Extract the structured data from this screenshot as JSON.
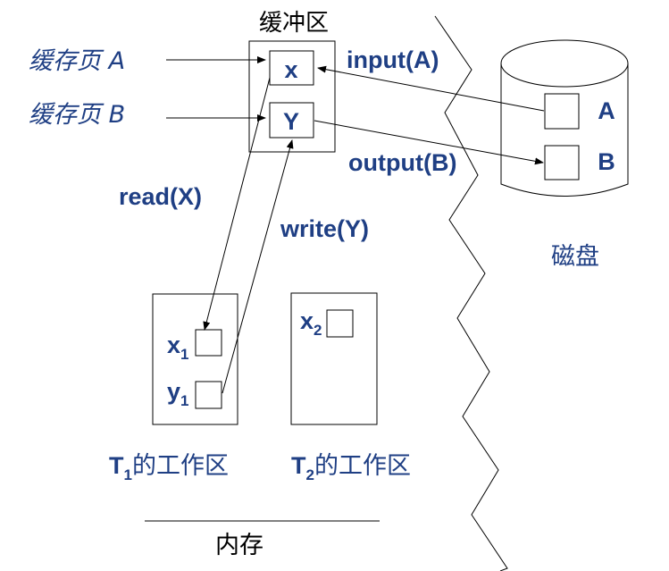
{
  "buffer": {
    "title": "缓冲区",
    "cell_x": "x",
    "cell_y": "Y"
  },
  "pages": {
    "page_a": "缓存页 A",
    "page_b": "缓存页 B"
  },
  "operations": {
    "input": "input(A)",
    "output": "output(B)",
    "read": "read(X)",
    "write": "write(Y)"
  },
  "disk": {
    "label": "磁盘",
    "block_a": "A",
    "block_b": "B"
  },
  "workspaces": {
    "t1": {
      "var_x": "x",
      "var_x_sub": "1",
      "var_y": "y",
      "var_y_sub": "1",
      "label_main": "T",
      "label_sub": "1",
      "label_rest": "的工作区"
    },
    "t2": {
      "var_x": "x",
      "var_x_sub": "2",
      "label_main": "T",
      "label_sub": "2",
      "label_rest": "的工作区"
    }
  },
  "memory": {
    "label": "内存"
  },
  "colors": {
    "label_blue": "#1f3f84",
    "line": "#000000"
  }
}
